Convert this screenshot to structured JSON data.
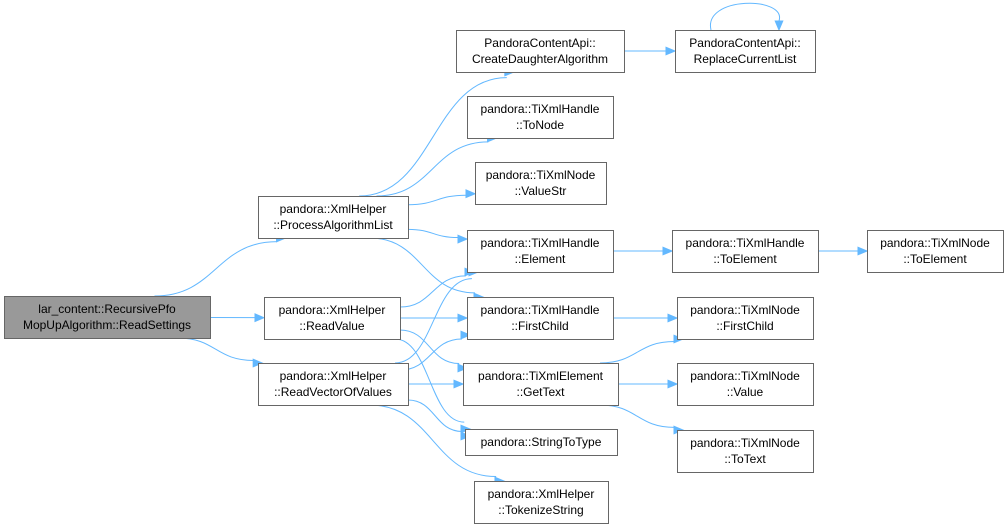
{
  "colors": {
    "node_fill": "#ffffff",
    "root_fill": "#999999",
    "node_border": "#666666",
    "edge": "#63b8ff",
    "text": "#000000"
  },
  "nodes": [
    {
      "id": "root",
      "lines": [
        "lar_content::RecursivePfo",
        "MopUpAlgorithm::ReadSettings"
      ],
      "highlighted": true
    },
    {
      "id": "proc",
      "lines": [
        "pandora::XmlHelper",
        "::ProcessAlgorithmList"
      ]
    },
    {
      "id": "readval",
      "lines": [
        "pandora::XmlHelper",
        "::ReadValue"
      ]
    },
    {
      "id": "readvec",
      "lines": [
        "pandora::XmlHelper",
        "::ReadVectorOfValues"
      ]
    },
    {
      "id": "createdau",
      "lines": [
        "PandoraContentApi::",
        "CreateDaughterAlgorithm"
      ]
    },
    {
      "id": "replace",
      "lines": [
        "PandoraContentApi::",
        "ReplaceCurrentList"
      ]
    },
    {
      "id": "tonode",
      "lines": [
        "pandora::TiXmlHandle",
        "::ToNode"
      ]
    },
    {
      "id": "valuestr",
      "lines": [
        "pandora::TiXmlNode",
        "::ValueStr"
      ]
    },
    {
      "id": "helement",
      "lines": [
        "pandora::TiXmlHandle",
        "::Element"
      ]
    },
    {
      "id": "htoelement",
      "lines": [
        "pandora::TiXmlHandle",
        "::ToElement"
      ]
    },
    {
      "id": "ntoelement",
      "lines": [
        "pandora::TiXmlNode",
        "::ToElement"
      ]
    },
    {
      "id": "hfirstchild",
      "lines": [
        "pandora::TiXmlHandle",
        "::FirstChild"
      ]
    },
    {
      "id": "nfirstchild",
      "lines": [
        "pandora::TiXmlNode",
        "::FirstChild"
      ]
    },
    {
      "id": "gettext",
      "lines": [
        "pandora::TiXmlElement",
        "::GetText"
      ]
    },
    {
      "id": "nvalue",
      "lines": [
        "pandora::TiXmlNode",
        "::Value"
      ]
    },
    {
      "id": "ntotext",
      "lines": [
        "pandora::TiXmlNode",
        "::ToText"
      ]
    },
    {
      "id": "strtotype",
      "lines": [
        "pandora::StringToType"
      ]
    },
    {
      "id": "tokenize",
      "lines": [
        "pandora::XmlHelper",
        "::TokenizeString"
      ]
    }
  ],
  "edges": [
    {
      "from": "root",
      "to": "proc"
    },
    {
      "from": "root",
      "to": "readval"
    },
    {
      "from": "root",
      "to": "readvec"
    },
    {
      "from": "proc",
      "to": "createdau"
    },
    {
      "from": "proc",
      "to": "tonode"
    },
    {
      "from": "proc",
      "to": "valuestr"
    },
    {
      "from": "proc",
      "to": "helement"
    },
    {
      "from": "proc",
      "to": "hfirstchild"
    },
    {
      "from": "createdau",
      "to": "replace"
    },
    {
      "from": "replace",
      "to": "replace"
    },
    {
      "from": "helement",
      "to": "htoelement"
    },
    {
      "from": "htoelement",
      "to": "ntoelement"
    },
    {
      "from": "hfirstchild",
      "to": "nfirstchild"
    },
    {
      "from": "readval",
      "to": "helement"
    },
    {
      "from": "readval",
      "to": "hfirstchild"
    },
    {
      "from": "readval",
      "to": "gettext"
    },
    {
      "from": "readval",
      "to": "strtotype"
    },
    {
      "from": "readvec",
      "to": "helement"
    },
    {
      "from": "readvec",
      "to": "hfirstchild"
    },
    {
      "from": "readvec",
      "to": "gettext"
    },
    {
      "from": "readvec",
      "to": "strtotype"
    },
    {
      "from": "readvec",
      "to": "tokenize"
    },
    {
      "from": "gettext",
      "to": "nfirstchild"
    },
    {
      "from": "gettext",
      "to": "nvalue"
    },
    {
      "from": "gettext",
      "to": "ntotext"
    }
  ]
}
